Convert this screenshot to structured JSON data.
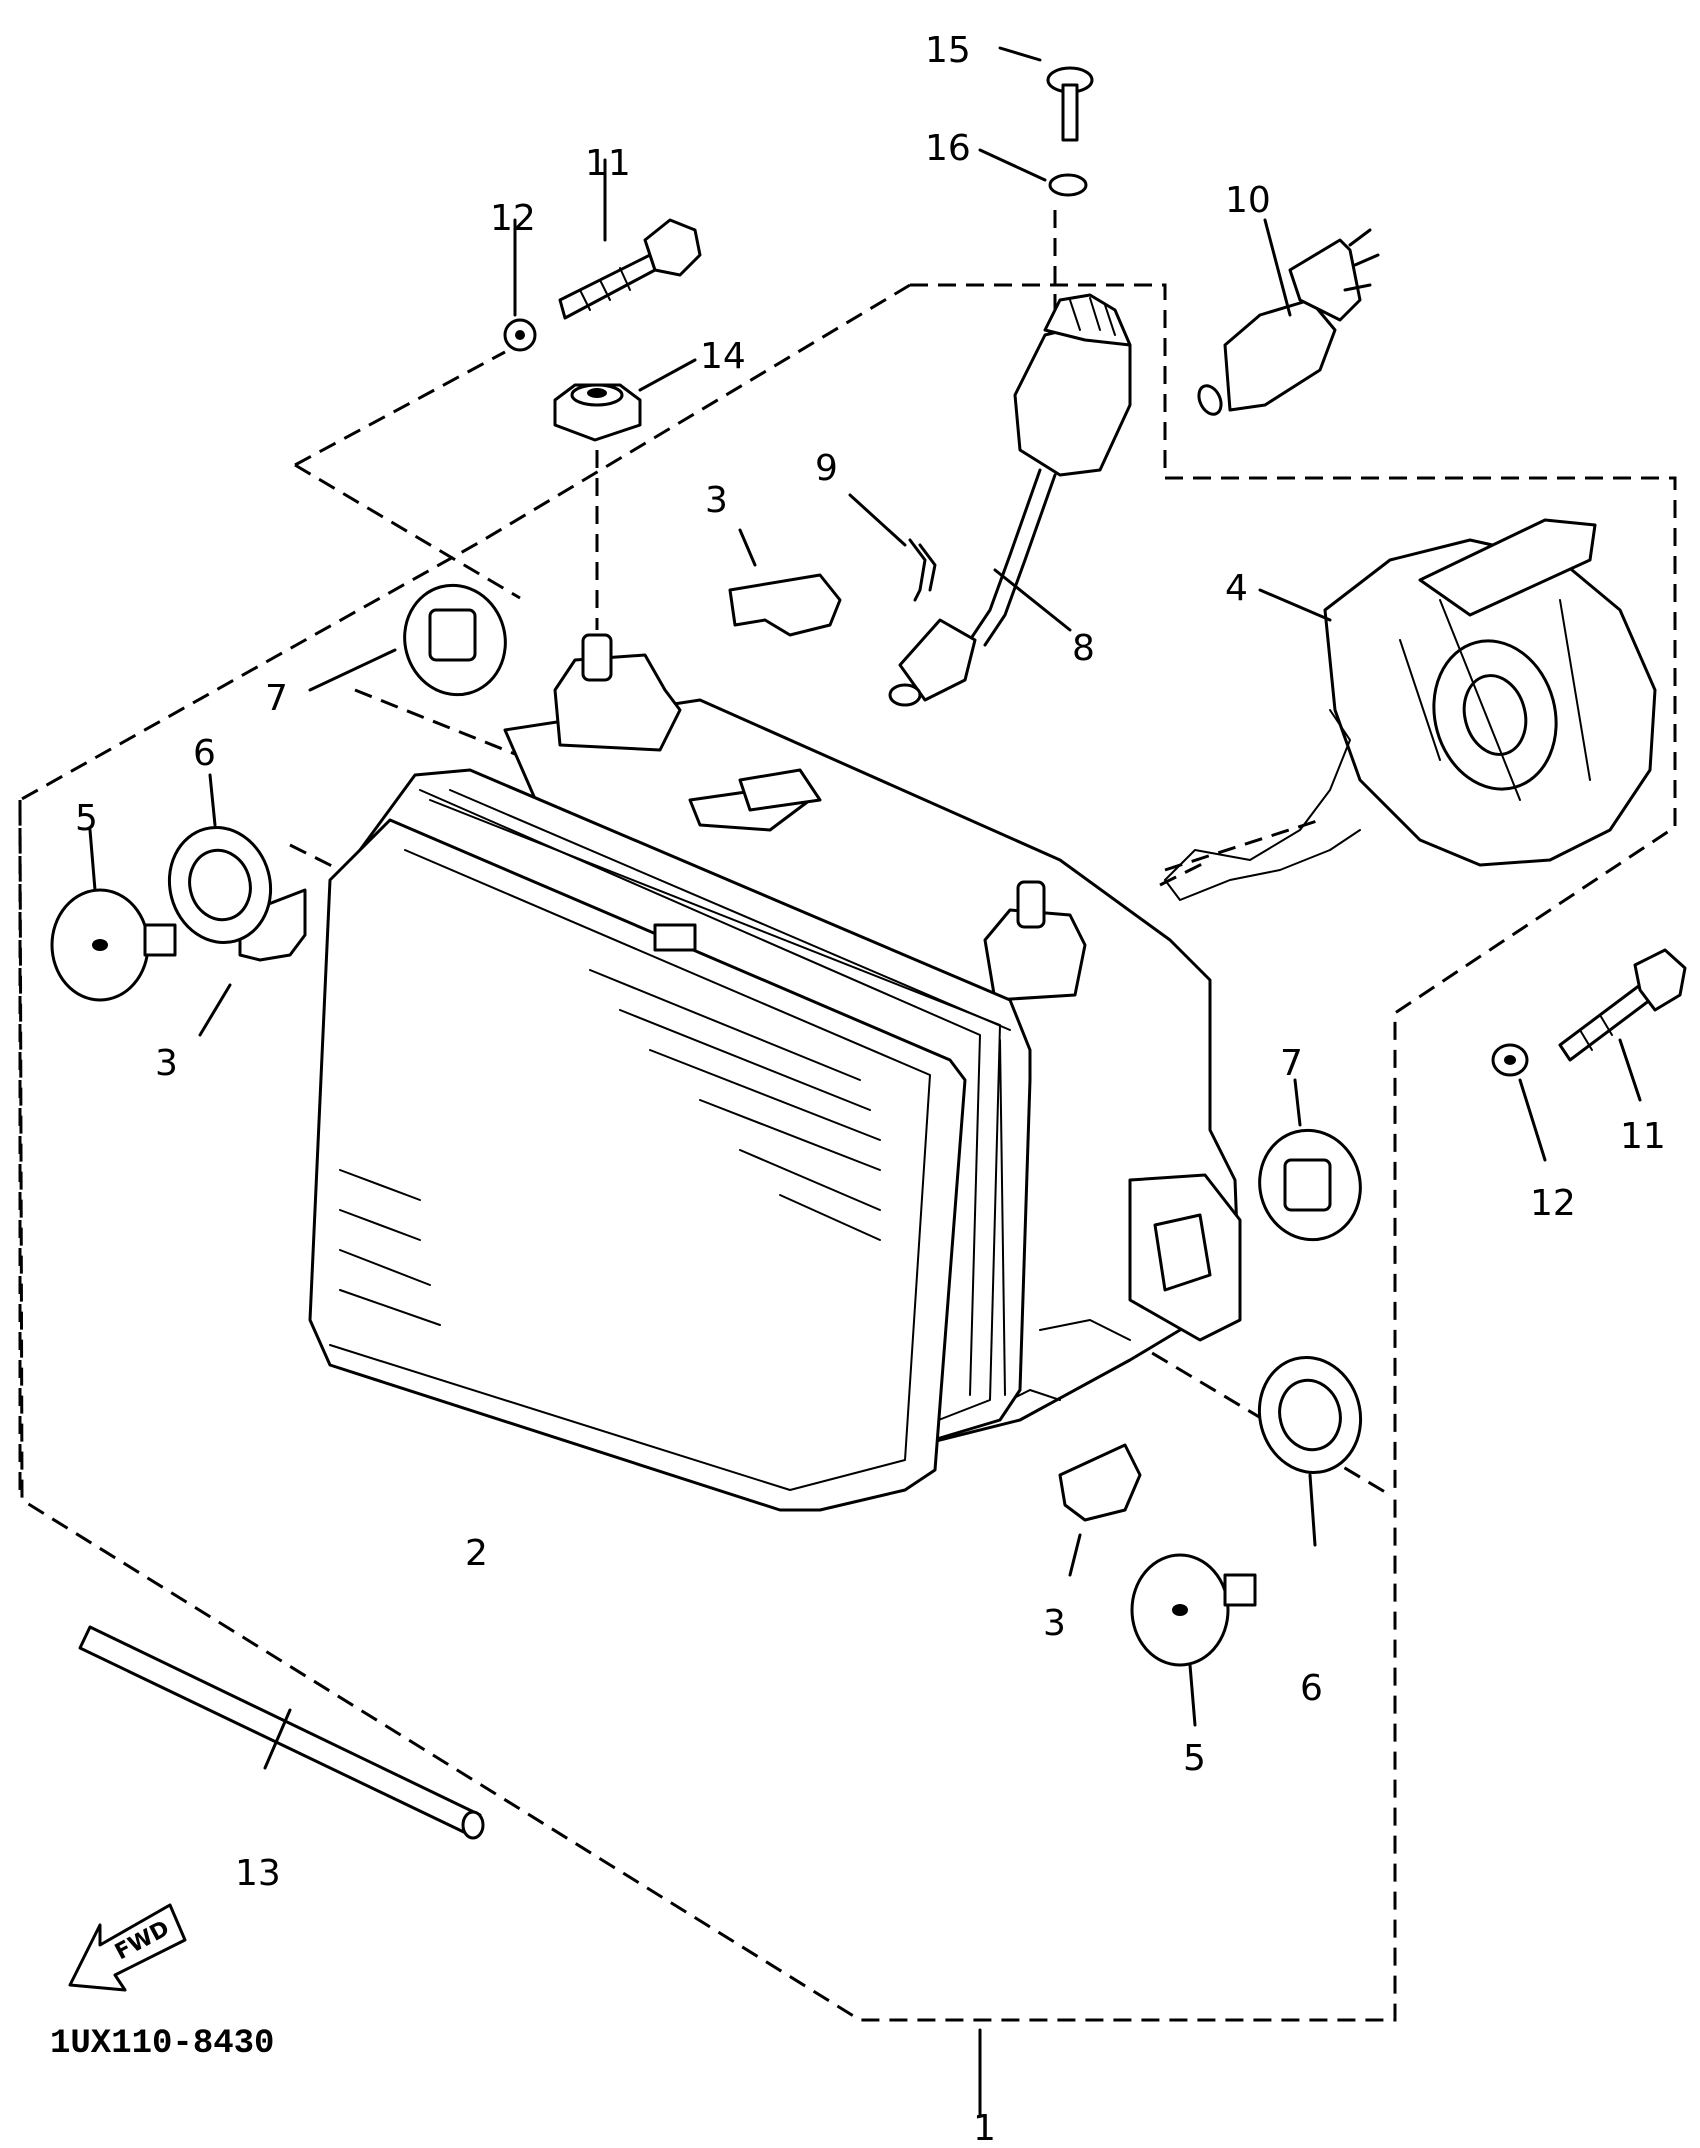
{
  "diagram": {
    "drawing_code": "1UX110-8430",
    "direction_arrow_label": "FWD",
    "callouts": {
      "c1": "1",
      "c2": "2",
      "c3a": "3",
      "c3b": "3",
      "c3c": "3",
      "c4": "4",
      "c5a": "5",
      "c5b": "5",
      "c6a": "6",
      "c6b": "6",
      "c7a": "7",
      "c7b": "7",
      "c8": "8",
      "c9": "9",
      "c10": "10",
      "c11a": "11",
      "c11b": "11",
      "c12a": "12",
      "c12b": "12",
      "c13": "13",
      "c14": "14",
      "c15": "15",
      "c16": "16"
    }
  }
}
